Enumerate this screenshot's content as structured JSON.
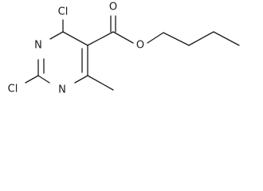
{
  "molecule": {
    "atoms": {
      "cl_top": "Cl",
      "n_upper": "N",
      "n_lower": "N",
      "cl_bottom": "Cl",
      "o_carbonyl": "O",
      "o_ester": "O"
    }
  }
}
